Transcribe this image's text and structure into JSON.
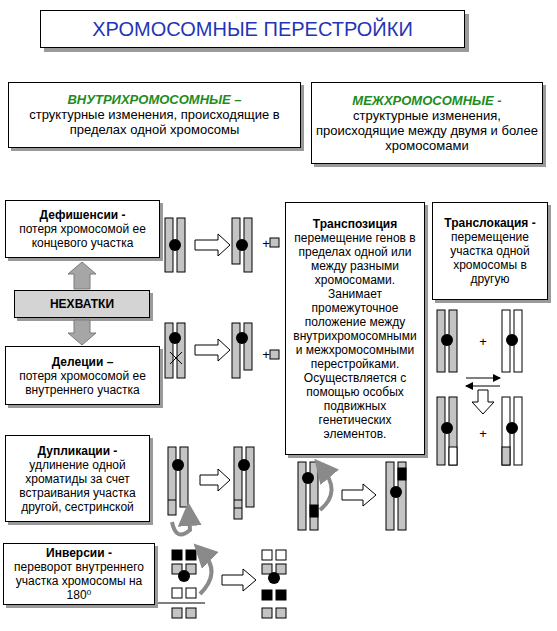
{
  "diagram": {
    "title": "ХРОМОСОМНЫЕ ПЕРЕСТРОЙКИ",
    "nodes": [
      {
        "text": [
          "ВНУТРИХРОМОСОМНЫЕ –",
          "структурные изменения, происходящие в пределах одной хромосомы"
        ]
      },
      {
        "text": [
          "МЕЖХРОМОСОМНЫЕ -",
          "структурные изменения, происходящие между двумя и более хромосомами"
        ]
      },
      {
        "text": [
          "Дефишенсии -",
          "потеря хромосомой ее концевого участка"
        ]
      },
      {
        "text": [
          "НЕХВАТКИ"
        ]
      },
      {
        "text": [
          "Делеции –",
          "потеря хромосомой ее внутреннего участка"
        ]
      },
      {
        "text": [
          "Транспозиция",
          "перемещение генов в пределах одной или между разными хромосомами. Занимает промежуточное положение между внутрихромосомными и межхромосомными перестройками. Осуществляется с помощью особых подвижных генетических элементов."
        ]
      },
      {
        "text": [
          "Транслокация -",
          "перемещение участка одной хромосомы в другую"
        ]
      },
      {
        "text": [
          "Дупликации -",
          "удлинение одной хроматиды за счет встраивания участка другой, сестринской"
        ]
      },
      {
        "text": [
          "Инверсии -",
          "переворот внутреннего участка хромосомы на 180⁰"
        ]
      }
    ],
    "edges": [
      {
        "from": 3,
        "to": 2,
        "arrow": "to"
      },
      {
        "from": 3,
        "to": 4,
        "arrow": "to"
      }
    ],
    "labels": [
      "+",
      "+",
      "+",
      "+"
    ]
  }
}
